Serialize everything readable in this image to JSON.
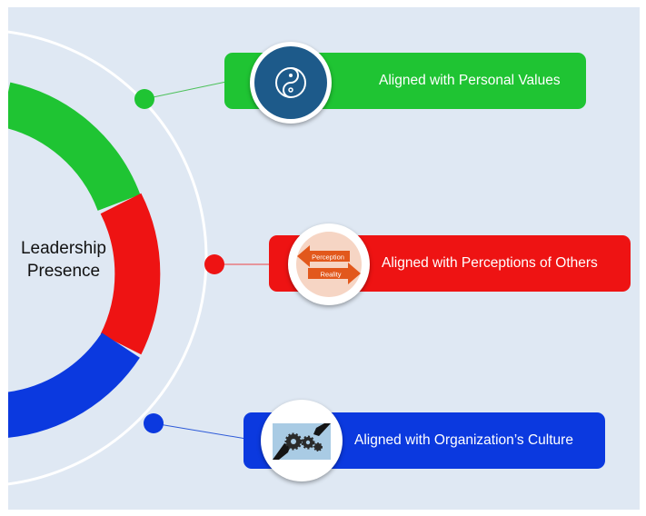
{
  "core": {
    "line1": "Leadership",
    "line2": "Presence"
  },
  "items": [
    {
      "label": "Aligned with Personal Values",
      "color": "#1fc433",
      "icon": "yin-yang-icon"
    },
    {
      "label": "Aligned with Perceptions of Others",
      "color": "#ee1313",
      "icon": "perception-reality-arrows-icon"
    },
    {
      "label": "Aligned with Organization’s Culture",
      "color": "#0b39df",
      "icon": "gears-hands-icon"
    }
  ],
  "icon_text": {
    "perception": "Perception",
    "reality": "Reality"
  }
}
